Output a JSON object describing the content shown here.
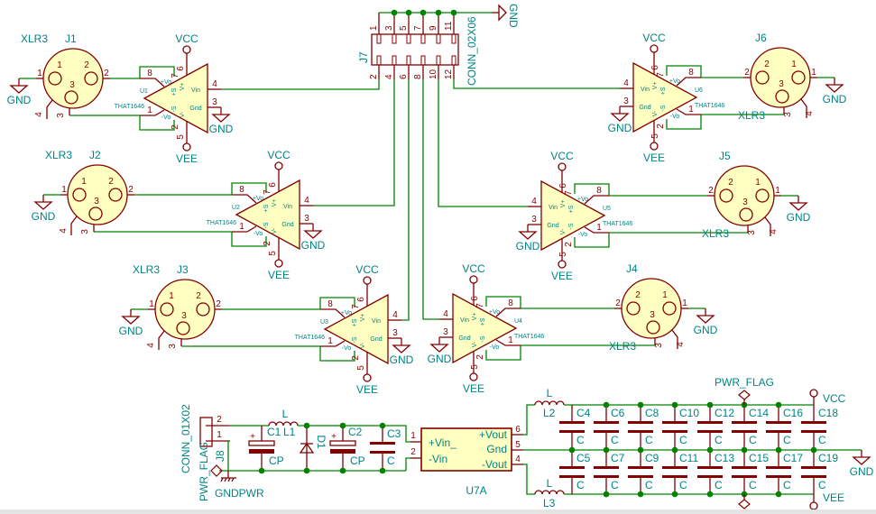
{
  "colors": {
    "wire": "#008400",
    "component": "#840000",
    "body_fill": "#ffffc2",
    "text": "#008484",
    "junction": "#008400"
  },
  "channels": [
    {
      "amp_ref": "U1",
      "amp_value": "THAT1646",
      "conn_ref": "J1",
      "conn_value": "XLR3"
    },
    {
      "amp_ref": "U2",
      "amp_value": "THAT1646",
      "conn_ref": "J2",
      "conn_value": "XLR3"
    },
    {
      "amp_ref": "U3",
      "amp_value": "THAT1646",
      "conn_ref": "J3",
      "conn_value": "XLR3"
    },
    {
      "amp_ref": "U6",
      "amp_value": "THAT1646",
      "conn_ref": "J6",
      "conn_value": "XLR3"
    },
    {
      "amp_ref": "U5",
      "amp_value": "THAT1646",
      "conn_ref": "J5",
      "conn_value": "XLR3"
    },
    {
      "amp_ref": "U4",
      "amp_value": "THAT1646",
      "conn_ref": "J4",
      "conn_value": "XLR3"
    }
  ],
  "amp_pins": {
    "plus_vo": "+Vo",
    "minus_vo": "-Vo",
    "vin": "Vin",
    "gnd": "Gnd",
    "vplus": "V+",
    "vminus": "V-",
    "splus": "+S",
    "sminus": "-S",
    "n_plus_vo": "8",
    "n_minus_vo": "1",
    "n_vin": "4",
    "n_gnd": "3",
    "n_vplus": "6",
    "n_vminus": "5",
    "n_splus": "7",
    "n_sminus": "2"
  },
  "xlr_pins": [
    "1",
    "2",
    "3",
    "4"
  ],
  "power_labels": {
    "vcc": "VCC",
    "vee": "VEE",
    "gnd": "GND",
    "gndpwr": "GNDPWR",
    "pwr_flag": "PWR_FLAG"
  },
  "j7": {
    "ref": "J7",
    "value": "CONN_02X06",
    "top_pins": [
      "1",
      "3",
      "5",
      "7",
      "9",
      "11"
    ],
    "bottom_pins": [
      "2",
      "4",
      "6",
      "8",
      "10",
      "12"
    ]
  },
  "power": {
    "j8": {
      "ref": "J8",
      "value": "CONN_01X02",
      "pins": [
        "2",
        "1"
      ]
    },
    "l1": {
      "ref": "L1",
      "value": "L"
    },
    "c1": {
      "ref": "C1",
      "value": "CP",
      "polarity": "+"
    },
    "d1": {
      "ref": "D1"
    },
    "c2": {
      "ref": "C2",
      "value": "CP",
      "polarity": "+"
    },
    "c3": {
      "ref": "C3",
      "value": "C"
    },
    "u7a": {
      "ref": "U7A",
      "plus_vin": "+Vin_",
      "minus_vin": "-Vin",
      "plus_vout": "+Vout",
      "gnd": "Gnd",
      "minus_vout": "-Vout",
      "pins": {
        "plus_vin": "1",
        "minus_vin": "2",
        "plus_vout": "6",
        "gnd": "5",
        "minus_vout": "4"
      }
    },
    "l2": {
      "ref": "L2",
      "value": "L"
    },
    "l3": {
      "ref": "L3",
      "value": "L"
    },
    "caps_top": [
      "C4",
      "C6",
      "C8",
      "C10",
      "C12",
      "C14",
      "C16",
      "C18"
    ],
    "caps_bottom": [
      "C5",
      "C7",
      "C9",
      "C11",
      "C13",
      "C15",
      "C17",
      "C19"
    ],
    "cap_value": "C"
  }
}
